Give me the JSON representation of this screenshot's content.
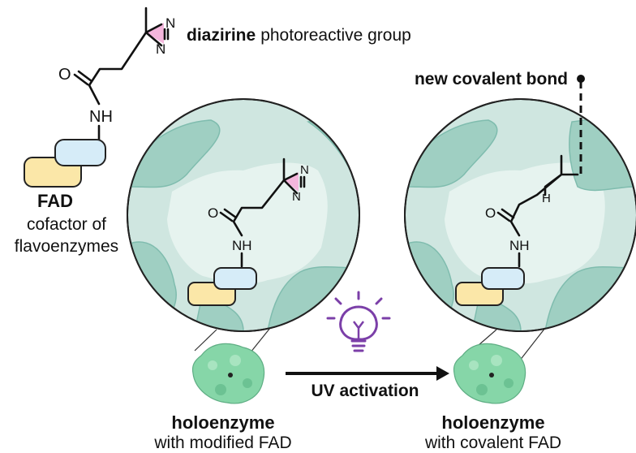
{
  "labels": {
    "diazirine_bold": "diazirine",
    "diazirine_rest": "photoreactive group",
    "atom_n": "N",
    "atom_o": "O",
    "atom_nh": "NH",
    "atom_h": "H",
    "fad_title": "FAD",
    "fad_line1": "cofactor of",
    "fad_line2": "flavoenzymes",
    "new_bond": "new covalent bond",
    "uv": "UV activation",
    "left_title": "holoenzyme",
    "left_sub": "with modified FAD",
    "right_title": "holoenzyme",
    "right_sub": "with covalent FAD"
  },
  "icons": {
    "bulb": "lightbulb-icon",
    "arrow": "arrow-right-icon",
    "protein": "protein-structure-icon"
  },
  "colors": {
    "circle_fill": "#cfe6e0",
    "pocket_fill": "#e6f3ef",
    "wall_fill": "#9fcfc2",
    "fad_yellow": "#fbe7a8",
    "fad_blue": "#d6ecf8",
    "diazirine_ring": "#f4b6dc",
    "bulb_purple": "#7b3fa8",
    "protein_green": "#86d6a8"
  }
}
